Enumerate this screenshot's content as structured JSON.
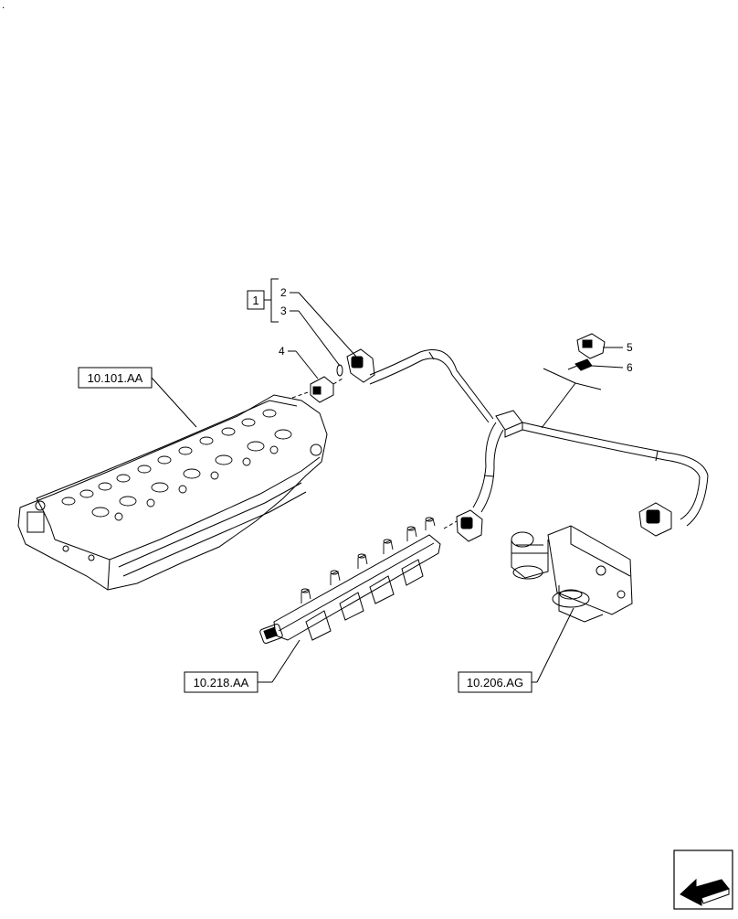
{
  "refs": {
    "engine_block": "10.101.AA",
    "fuel_rail": "10.218.AA",
    "thermostat_housing": "10.206.AG"
  },
  "callouts": {
    "kit": "1",
    "item2": "2",
    "item3": "3",
    "item4": "4",
    "item5": "5",
    "item6": "6"
  },
  "corner_mark": "."
}
